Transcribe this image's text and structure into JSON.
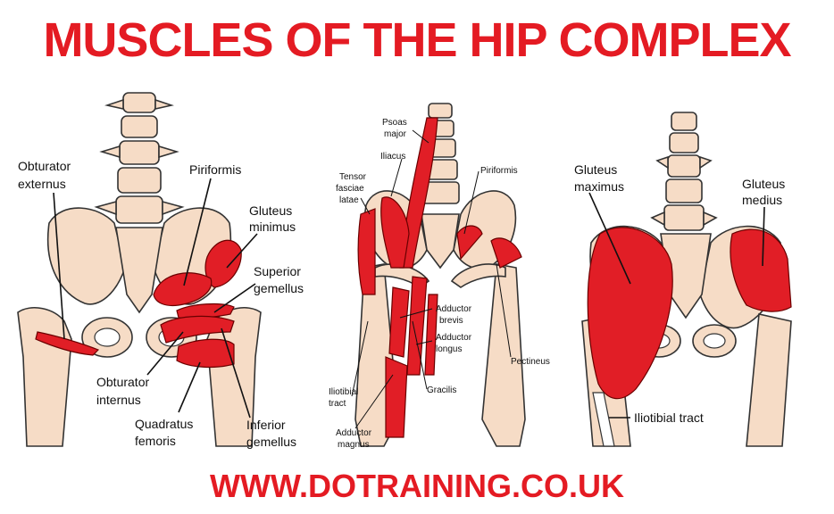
{
  "title": "MUSCLES OF THE HIP COMPLEX",
  "footer": "WWW.DOTRAINING.CO.UK",
  "colors": {
    "title_red": "#e41b23",
    "muscle_red": "#e11e26",
    "bone": "#f6dcc6"
  },
  "panels": {
    "left": {
      "labels": {
        "obturator_externus_1": "Obturator",
        "obturator_externus_2": "externus",
        "piriformis": "Piriformis",
        "gluteus_minimus_1": "Gluteus",
        "gluteus_minimus_2": "minimus",
        "superior_gemellus_1": "Superior",
        "superior_gemellus_2": "gemellus",
        "obturator_internus_1": "Obturator",
        "obturator_internus_2": "internus",
        "quadratus_femoris_1": "Quadratus",
        "quadratus_femoris_2": "femoris",
        "inferior_gemellus_1": "Inferior",
        "inferior_gemellus_2": "gemellus"
      }
    },
    "middle": {
      "labels": {
        "psoas_major_1": "Psoas",
        "psoas_major_2": "major",
        "iliacus": "Iliacus",
        "tensor_1": "Tensor",
        "tensor_2": "fasciae",
        "tensor_3": "latae",
        "piriformis": "Piriformis",
        "adductor_brevis_1": "Adductor",
        "adductor_brevis_2": "brevis",
        "adductor_longus_1": "Adductor",
        "adductor_longus_2": "longus",
        "pectineus": "Pectineus",
        "gracilis": "Gracilis",
        "iliotibial_1": "Iliotibial",
        "iliotibial_2": "tract",
        "adductor_magnus_1": "Adductor",
        "adductor_magnus_2": "magnus"
      }
    },
    "right": {
      "labels": {
        "gluteus_maximus_1": "Gluteus",
        "gluteus_maximus_2": "maximus",
        "gluteus_medius_1": "Gluteus",
        "gluteus_medius_2": "medius",
        "iliotibial_tract": "Iliotibial tract"
      }
    }
  }
}
